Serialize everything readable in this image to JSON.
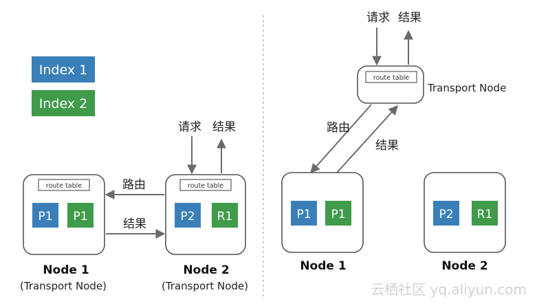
{
  "legend": {
    "index1": "Index 1",
    "index2": "Index 2"
  },
  "left": {
    "node1": {
      "route_table": "route table",
      "shard_a": "P1",
      "shard_b": "P1",
      "title": "Node 1",
      "subtitle": "(Transport Node)"
    },
    "node2": {
      "route_table": "route table",
      "shard_a": "P2",
      "shard_b": "R1",
      "title": "Node 2",
      "subtitle": "(Transport Node)"
    },
    "request_label": "请求",
    "result_label": "结果",
    "route_arrow_label": "路由",
    "result_arrow_label": "结果"
  },
  "right": {
    "transport": {
      "route_table": "route table",
      "label": "Transport Node"
    },
    "request_label": "请求",
    "result_label": "结果",
    "route_arrow_label": "路由",
    "result_arrow_label": "结果",
    "node1": {
      "shard_a": "P1",
      "shard_b": "P1",
      "title": "Node 1"
    },
    "node2": {
      "shard_a": "P2",
      "shard_b": "R1",
      "title": "Node 2"
    }
  },
  "watermark": "云栖社区 yq.aliyun.com",
  "colors": {
    "blue": "#3a7fb8",
    "green": "#3f9b49",
    "stroke": "#555555",
    "arrow": "#6b6b6b"
  }
}
